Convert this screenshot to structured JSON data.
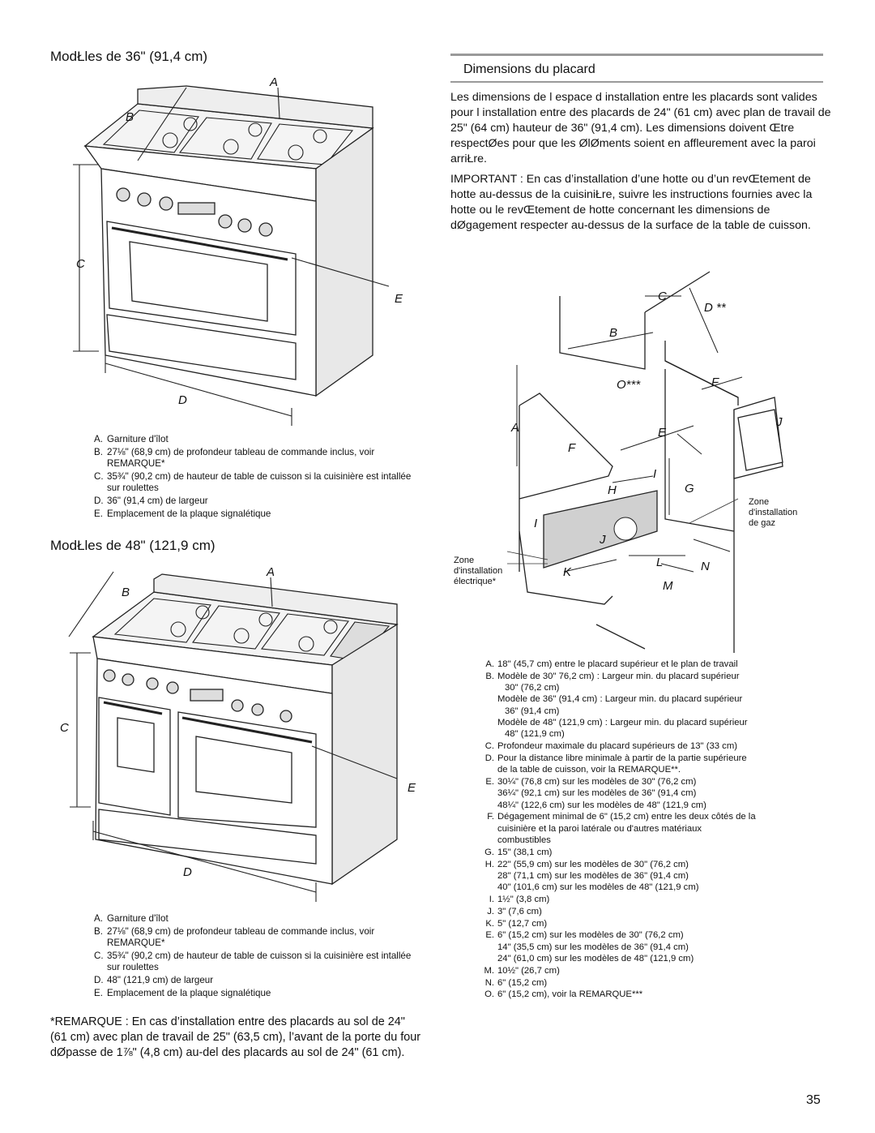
{
  "heading36": "ModŁles de 36\" (91,4 cm)",
  "heading48": "ModŁles de 48\" (121,9 cm)",
  "section": {
    "title": "Dimensions du placard"
  },
  "intro": {
    "p1": "Les dimensions de l espace d installation entre les placards sont valides pour l installation entre des placards de 24\" (61 cm) avec plan de travail de 25\" (64 cm)   hauteur de 36\" (91,4 cm). Les dimensions doivent Œtre respectØes pour que les ØlØments soient en affleurement avec la paroi arriŁre.",
    "p2": "IMPORTANT : En cas d’installation d’une hotte ou d’un revŒtement de hotte au-dessus de la cuisiniŁre, suivre les instructions fournies avec la hotte ou le revŒtement de hotte concernant les dimensions de dØgagement   respecter au-dessus de la surface de la table de cuisson."
  },
  "range36": {
    "labels": {
      "A": "A",
      "B": "B",
      "C": "C",
      "D": "D",
      "E": "E"
    },
    "caption": [
      {
        "k": "A.",
        "t": "Garniture d'îlot"
      },
      {
        "k": "B.",
        "t": "27⅛\" (68,9 cm) de profondeur tableau de commande inclus, voir REMARQUE*"
      },
      {
        "k": "C.",
        "t": "35¾\" (90,2 cm) de hauteur de table de cuisson si la cuisinière est intallée sur roulettes"
      },
      {
        "k": "D.",
        "t": "36\" (91,4 cm) de largeur"
      },
      {
        "k": "E.",
        "t": "Emplacement de la plaque signalétique"
      }
    ]
  },
  "range48": {
    "labels": {
      "A": "A",
      "B": "B",
      "C": "C",
      "D": "D",
      "E": "E"
    },
    "caption": [
      {
        "k": "A.",
        "t": "Garniture d'îlot"
      },
      {
        "k": "B.",
        "t": "27⅛\" (68,9 cm) de profondeur tableau de commande inclus, voir REMARQUE*"
      },
      {
        "k": "C.",
        "t": "35¾\" (90,2 cm) de hauteur de table de cuisson si la cuisinière est intallée sur roulettes"
      },
      {
        "k": "D.",
        "t": "48\" (121,9 cm) de largeur"
      },
      {
        "k": "E.",
        "t": "Emplacement de la plaque signalétique"
      }
    ]
  },
  "cabinet": {
    "labels": {
      "A": "A",
      "B": "B",
      "C": "C",
      "D": "D **",
      "E": "E",
      "F": "F",
      "G": "G",
      "H": "H",
      "I": "I",
      "J": "J",
      "K": "K",
      "L": "L",
      "M": "M",
      "N": "N",
      "O": "O***"
    },
    "zone_gas": [
      "Zone",
      "d'installation",
      "de gaz"
    ],
    "zone_elec": [
      "Zone",
      "d'installation",
      "électrique*"
    ]
  },
  "legend": [
    {
      "k": "A.",
      "lines": [
        "18\" (45,7 cm) entre le placard supérieur et le plan de travail"
      ]
    },
    {
      "k": "B.",
      "lines": [
        "Modèle de 30\" 76,2 cm) : Largeur min. du placard supérieur",
        "30\" (76,2 cm)",
        "Modèle de 36\" (91,4 cm) : Largeur min. du placard supérieur",
        "36\" (91,4 cm)",
        "Modèle de 48\" (121,9 cm) : Largeur min. du placard supérieur",
        "48\" (121,9 cm)"
      ]
    },
    {
      "k": "C.",
      "lines": [
        "Profondeur maximale du placard supérieurs de 13\" (33 cm)"
      ]
    },
    {
      "k": "D.",
      "lines": [
        "Pour la distance libre minimale à partir de la partie supérieure",
        "de la table de cuisson, voir la REMARQUE**."
      ]
    },
    {
      "k": "E.",
      "lines": [
        "30¼\" (76,8 cm) sur les modèles de 30\" (76,2 cm)",
        "36¼\" (92,1 cm) sur les modèles de 36\" (91,4 cm)",
        "48¼\" (122,6 cm) sur les modèles de 48\" (121,9 cm)"
      ]
    },
    {
      "k": "F.",
      "lines": [
        "Dégagement minimal de 6\" (15,2 cm) entre les deux côtés de la",
        "cuisinière et la paroi latérale ou d'autres matériaux",
        "combustibles"
      ]
    },
    {
      "k": "G.",
      "lines": [
        "15\" (38,1 cm)"
      ]
    },
    {
      "k": "H.",
      "lines": [
        "22\" (55,9 cm) sur les modèles de 30\" (76,2 cm)",
        "28\" (71,1 cm) sur les modèles de 36\" (91,4 cm)",
        "40\" (101,6 cm) sur les modèles de 48\" (121,9 cm)"
      ]
    },
    {
      "k": "I.",
      "lines": [
        "1½\" (3,8 cm)"
      ]
    },
    {
      "k": "J.",
      "lines": [
        "3\" (7,6 cm)"
      ]
    },
    {
      "k": "K.",
      "lines": [
        "5\" (12,7 cm)"
      ]
    },
    {
      "k": "E.",
      "lines": [
        "6\" (15,2 cm) sur les modèles de 30\" (76,2 cm)",
        "14\" (35,5 cm) sur les modèles de 36\" (91,4 cm)",
        "24\" (61,0 cm) sur les modèles de 48\" (121,9 cm)"
      ]
    },
    {
      "k": "M.",
      "lines": [
        "10½\" (26,7 cm)"
      ]
    },
    {
      "k": "N.",
      "lines": [
        "6\" (15,2 cm)"
      ]
    },
    {
      "k": "O.",
      "lines": [
        "6\" (15,2 cm), voir la REMARQUE***"
      ]
    }
  ],
  "note": "*REMARQUE : En cas d’installation entre des placards au sol de 24\" (61 cm) avec plan de travail de 25\" (63,5 cm), l’avant de la porte du four dØpasse de 1⅞\" (4,8 cm) au-del  des placards au sol de 24\" (61 cm).",
  "page_number": "35"
}
